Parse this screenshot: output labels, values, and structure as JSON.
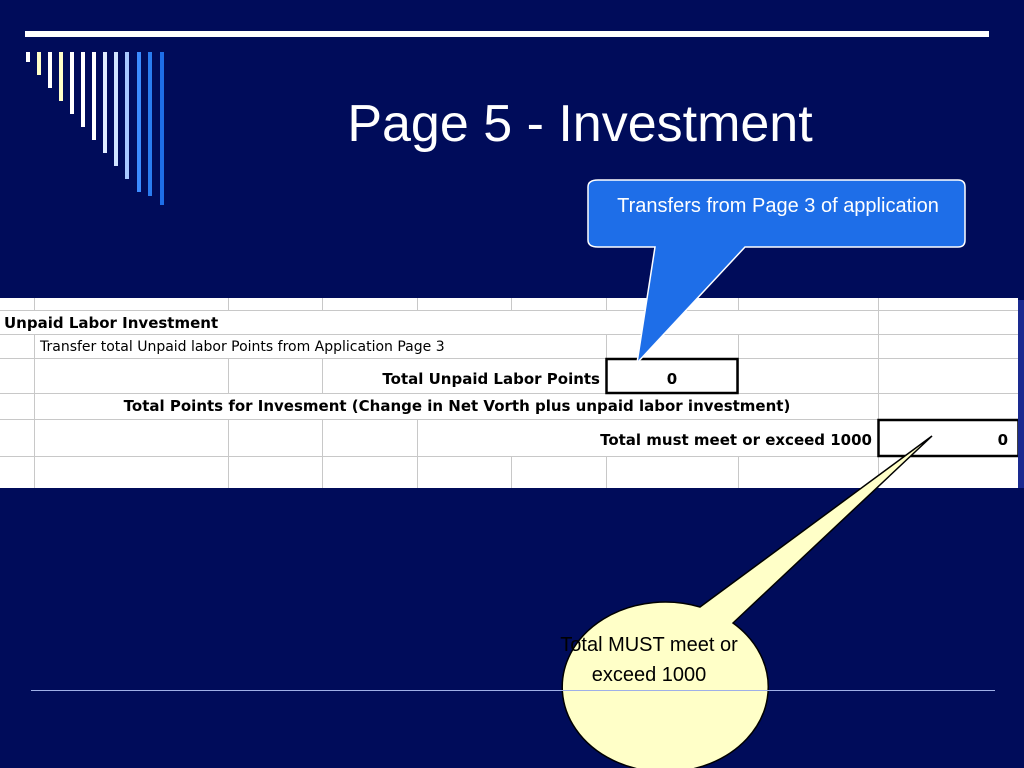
{
  "slide": {
    "title": "Page 5 - Investment",
    "colors": {
      "background": "#000c5a",
      "callout_blue": "#1e6ee8",
      "callout_yellow": "#ffffc8"
    }
  },
  "spreadsheet": {
    "heading": "Unpaid Labor Investment",
    "transfer_note": "Transfer total Unpaid labor Points from Application Page 3",
    "labor_label": "Total Unpaid Labor Points",
    "labor_value": "0",
    "investment_label": "Total Points for Invesment (Change in Net Vorth plus unpaid labor investment)",
    "total_label": "Total must meet or exceed 1000",
    "total_value": "0"
  },
  "callouts": {
    "transfer": "Transfers from Page 3 of application",
    "requirement": "Total MUST meet or exceed 1000"
  }
}
